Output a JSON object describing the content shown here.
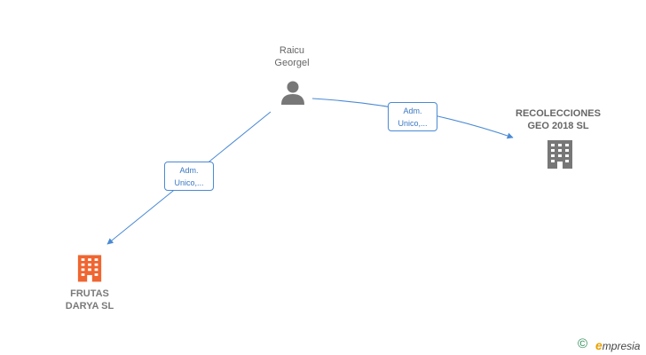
{
  "nodes": {
    "person": {
      "name_line1": "Raicu",
      "name_line2": "Georgel",
      "icon": "person-icon",
      "color": "#777777"
    },
    "company_top": {
      "name_line1": "RECOLECCIONES",
      "name_line2": "GEO 2018  SL",
      "icon": "building-icon",
      "color": "#777777"
    },
    "company_bottom": {
      "name_line1": "FRUTAS",
      "name_line2": "DARYA  SL",
      "icon": "building-icon",
      "color": "#f06530"
    }
  },
  "relations": [
    {
      "from": "person",
      "to": "company_top",
      "line1": "Adm.",
      "line2": "Unico,..."
    },
    {
      "from": "person",
      "to": "company_bottom",
      "line1": "Adm.",
      "line2": "Unico,..."
    }
  ],
  "colors": {
    "edge": "#4a8ad4"
  },
  "footer": {
    "copyright_symbol": "©",
    "brand_initial": "e",
    "brand_rest": "mpresia"
  }
}
